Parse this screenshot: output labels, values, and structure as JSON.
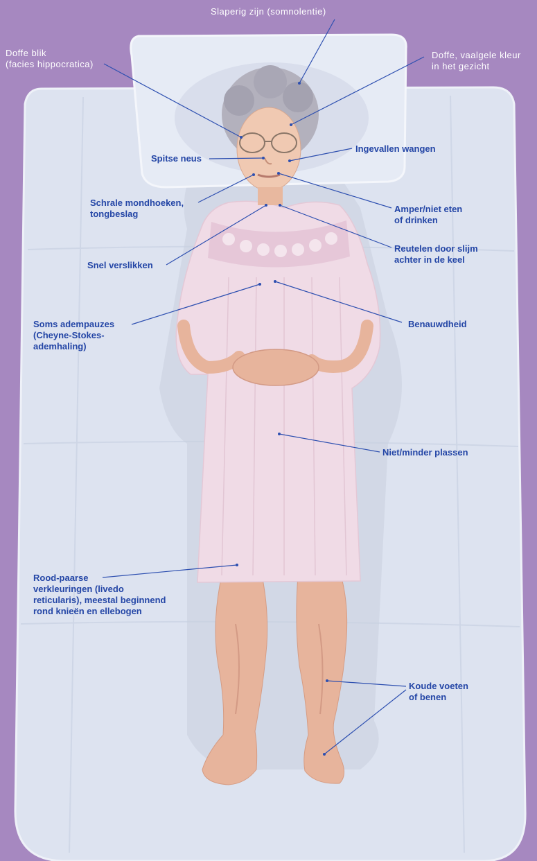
{
  "colors": {
    "background": "#a688c0",
    "label_text": "#2446a6",
    "top_label_text": "#ffffff",
    "leader_line": "#2d4fb0",
    "bed_sheet": "#dfe5f1",
    "nightgown": "#f1dbe6",
    "skin": "#e8b59c",
    "hair": "#b3b1bd"
  },
  "labels": {
    "slaperig": "Slaperig zijn (somnolentie)",
    "doffe_blik": "Doffe blik\n(facies hippocratica)",
    "doffe_kleur": "Doffe, vaalgele kleur\nin het gezicht",
    "ingevallen_wangen": "Ingevallen wangen",
    "spitse_neus": "Spitse neus",
    "schrale_mondhoeken": "Schrale mondhoeken,\ntongbeslag",
    "amper_eten": "Amper/niet eten\nof drinken",
    "reutelen": "Reutelen door slijm\nachter in de keel",
    "snel_verslikken": "Snel verslikken",
    "benauwdheid": "Benauwdheid",
    "adempauzes": "Soms adempauzes\n(Cheyne-Stokes-\nademhaling)",
    "niet_plassen": "Niet/minder plassen",
    "rood_paarse": "Rood-paarse\nverkleuringen (livedo\nreticularis), meestal beginnend\nrond knieën en ellebogen",
    "koude_voeten": "Koude voeten\nof benen"
  }
}
